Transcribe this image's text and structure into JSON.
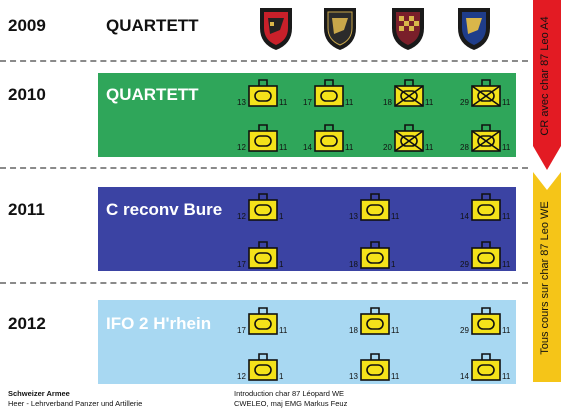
{
  "colors": {
    "green": "#2fa65a",
    "purple": "#3b43a3",
    "lightblue": "#a8d8f2",
    "symbol_fill": "#f4e21a",
    "arrow_red": "#e31b23",
    "arrow_yellow": "#f5c518"
  },
  "rows": [
    {
      "year": "2009",
      "title": "QUARTETT"
    },
    {
      "year": "2010",
      "title": "QUARTETT"
    },
    {
      "year": "2011",
      "title": "C reconv Bure"
    },
    {
      "year": "2012",
      "title": "IFO 2 H'rhein"
    }
  ],
  "shields": [
    "red-shield-emblem",
    "black-shield-emblem",
    "checkered-shield-emblem",
    "blue-shield-emblem"
  ],
  "units": {
    "r2010": [
      {
        "left": "13",
        "right": "11",
        "crossed": false
      },
      {
        "left": "17",
        "right": "11",
        "crossed": false
      },
      {
        "left": "18",
        "right": "11",
        "crossed": true
      },
      {
        "left": "29",
        "right": "11",
        "crossed": true
      },
      {
        "left": "12",
        "right": "11",
        "crossed": false
      },
      {
        "left": "14",
        "right": "11",
        "crossed": false
      },
      {
        "left": "20",
        "right": "11",
        "crossed": true
      },
      {
        "left": "28",
        "right": "11",
        "crossed": true
      }
    ],
    "r2011": [
      {
        "left": "12",
        "right": "1",
        "crossed": false
      },
      {
        "left": "13",
        "right": "11",
        "crossed": false
      },
      {
        "left": "14",
        "right": "11",
        "crossed": false
      },
      {
        "left": "17",
        "right": "1",
        "crossed": false
      },
      {
        "left": "18",
        "right": "1",
        "crossed": false
      },
      {
        "left": "29",
        "right": "11",
        "crossed": false
      }
    ],
    "r2012": [
      {
        "left": "17",
        "right": "11",
        "crossed": false
      },
      {
        "left": "18",
        "right": "11",
        "crossed": false
      },
      {
        "left": "29",
        "right": "11",
        "crossed": false
      },
      {
        "left": "12",
        "right": "1",
        "crossed": false
      },
      {
        "left": "13",
        "right": "11",
        "crossed": false
      },
      {
        "left": "14",
        "right": "11",
        "crossed": false
      }
    ]
  },
  "arrows": {
    "red": "CR avec char 87 Leo A4",
    "yellow": "Tous cours sur char 87 Leo WE"
  },
  "footer": {
    "org": "Schweizer Armee",
    "unit": "Heer - Lehrverband Panzer und Artillerie",
    "intro": "Introduction char 87 Léopard WE",
    "author": "CWELEO, maj EMG Markus Feuz"
  }
}
